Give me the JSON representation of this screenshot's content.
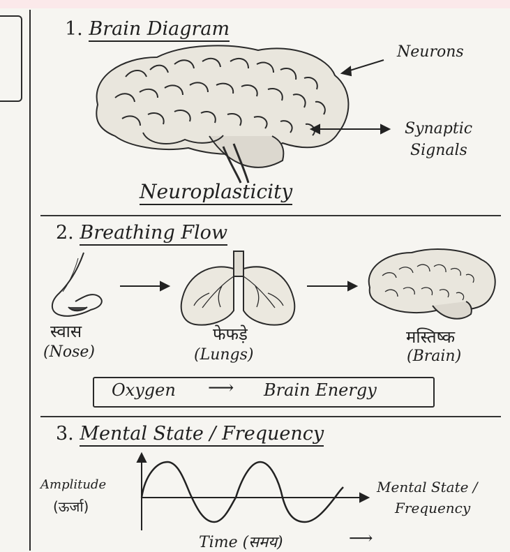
{
  "section1": {
    "number": "1.",
    "title": "Brain Diagram",
    "label_neurons": "Neurons",
    "label_synaptic_line1": "Synaptic",
    "label_synaptic_line2": "Signals",
    "caption": "Neuroplasticity"
  },
  "section2": {
    "number": "2.",
    "title": "Breathing Flow",
    "nose_hindi": "स्वास",
    "nose_english": "(Nose)",
    "lungs_hindi": "फेफड़े",
    "lungs_english": "(Lungs)",
    "brain_hindi": "मस्तिष्क",
    "brain_english": "(Brain)",
    "box_left": "Oxygen",
    "box_arrow": "⟶",
    "box_right": "Brain Energy"
  },
  "section3": {
    "number": "3.",
    "title": "Mental State / Frequency",
    "y_label": "Amplitude",
    "y_label_hindi": "(ऊर्जा)",
    "x_label_line1": "Mental State /",
    "x_label_line2": "Frequency",
    "time_label": "Time (समय)",
    "time_arrow": "⟶"
  }
}
